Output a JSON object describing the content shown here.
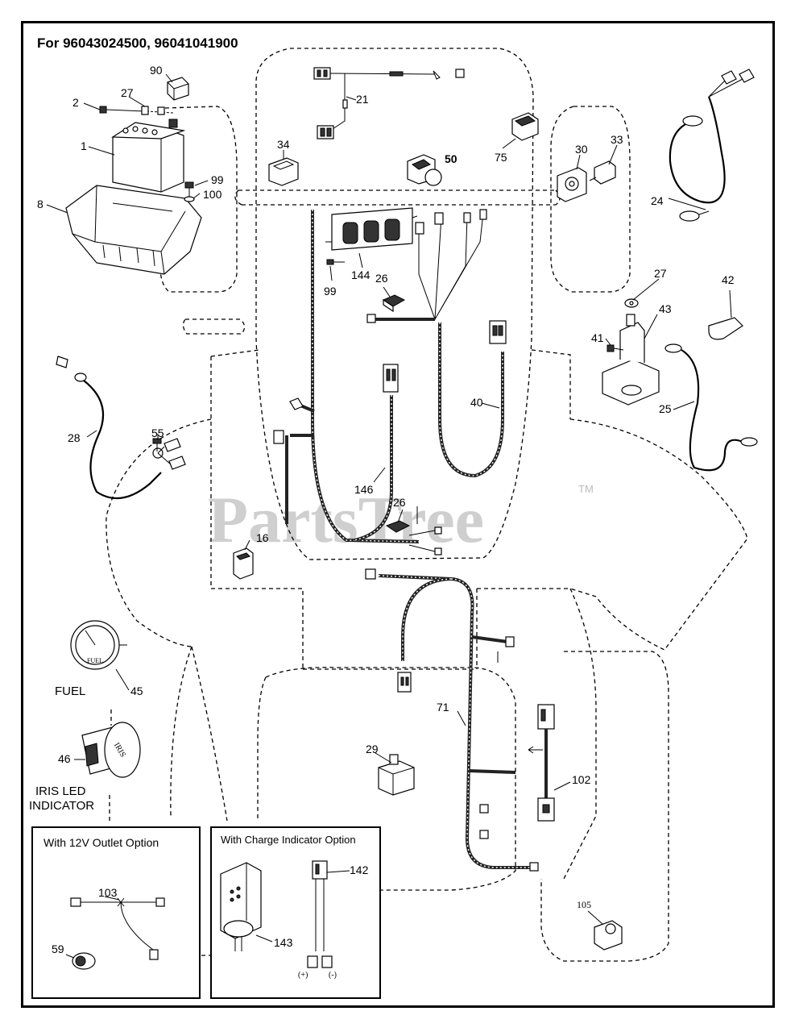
{
  "title": "For 96043024500, 96041041900",
  "watermark": "PartsTree",
  "watermark_tm": "TM",
  "part_labels": {
    "p1": "1",
    "p2": "2",
    "p8": "8",
    "p16": "16",
    "p21": "21",
    "p24": "24",
    "p25": "25",
    "p26a": "26",
    "p26b": "26",
    "p27a": "27",
    "p27b": "27",
    "p28": "28",
    "p29": "29",
    "p30": "30",
    "p33": "33",
    "p34": "34",
    "p40": "40",
    "p41": "41",
    "p42": "42",
    "p43": "43",
    "p45": "45",
    "p46": "46",
    "p50": "50",
    "p55": "55",
    "p59": "59",
    "p71": "71",
    "p75": "75",
    "p90": "90",
    "p99a": "99",
    "p99b": "99",
    "p100": "100",
    "p102": "102",
    "p103": "103",
    "p105": "105",
    "p142": "142",
    "p143": "143",
    "p144": "144",
    "p146": "146"
  },
  "captions": {
    "fuel": "FUEL",
    "iris_line1": "IRIS LED",
    "iris_line2": "INDICATOR",
    "gauge_face": "FUEL",
    "iris_face": "IRIS",
    "plus": "(+)",
    "minus": "(-)"
  },
  "option_boxes": {
    "outlet_12v": "With 12V Outlet Option",
    "charge_indicator": "With Charge Indicator Option"
  }
}
